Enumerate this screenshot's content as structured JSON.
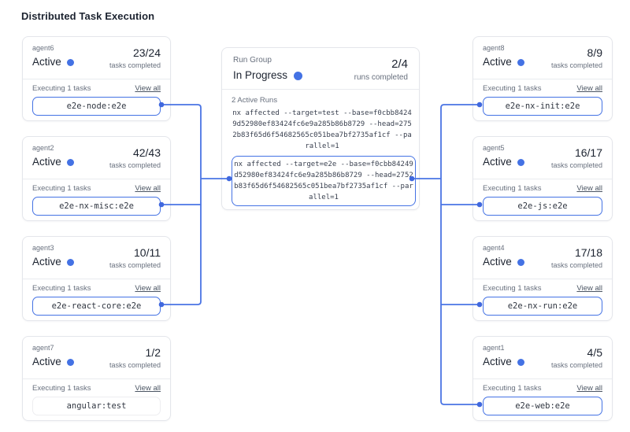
{
  "title": "Distributed Task Execution",
  "colors": {
    "accent_blue": "#4472e4",
    "connector_blue": "#4a74e4",
    "card_border": "#e4e6eb",
    "secondary_text": "#68707e",
    "primary_text": "#1c2330"
  },
  "agents": [
    {
      "name": "agent6",
      "status": "Active",
      "progress": "23/24",
      "progress_caption": "tasks completed",
      "executing_label": "Executing 1 tasks",
      "view_all_label": "View all",
      "task": "e2e-node:e2e"
    },
    {
      "name": "agent2",
      "status": "Active",
      "progress": "42/43",
      "progress_caption": "tasks completed",
      "executing_label": "Executing 1 tasks",
      "view_all_label": "View all",
      "task": "e2e-nx-misc:e2e"
    },
    {
      "name": "agent3",
      "status": "Active",
      "progress": "10/11",
      "progress_caption": "tasks completed",
      "executing_label": "Executing 1 tasks",
      "view_all_label": "View all",
      "task": "e2e-react-core:e2e"
    },
    {
      "name": "agent7",
      "status": "Active",
      "progress": "1/2",
      "progress_caption": "tasks completed",
      "executing_label": "Executing 1 tasks",
      "view_all_label": "View all",
      "task": "angular:test"
    },
    {
      "name": "agent8",
      "status": "Active",
      "progress": "8/9",
      "progress_caption": "tasks completed",
      "executing_label": "Executing 1 tasks",
      "view_all_label": "View all",
      "task": "e2e-nx-init:e2e"
    },
    {
      "name": "agent5",
      "status": "Active",
      "progress": "16/17",
      "progress_caption": "tasks completed",
      "executing_label": "Executing 1 tasks",
      "view_all_label": "View all",
      "task": "e2e-js:e2e"
    },
    {
      "name": "agent4",
      "status": "Active",
      "progress": "17/18",
      "progress_caption": "tasks completed",
      "executing_label": "Executing 1 tasks",
      "view_all_label": "View all",
      "task": "e2e-nx-run:e2e"
    },
    {
      "name": "agent1",
      "status": "Active",
      "progress": "4/5",
      "progress_caption": "tasks completed",
      "executing_label": "Executing 1 tasks",
      "view_all_label": "View all",
      "task": "e2e-web:e2e"
    }
  ],
  "run_group": {
    "label": "Run Group",
    "status": "In Progress",
    "progress": "2/4",
    "progress_caption": "runs completed",
    "active_runs_label": "2 Active Runs",
    "commands": [
      {
        "text": "nx affected --target=test --base=f0cbb84249d52980ef83424fc6e9a285b86b8729 --head=2752b83f65d6f54682565c051bea7bf2735af1cf --parallel=1"
      },
      {
        "text": "nx affected --target=e2e --base=f0cbb84249d52980ef83424fc6e9a285b86b8729 --head=2752b83f65d6f54682565c051bea7bf2735af1cf --parallel=1"
      }
    ]
  }
}
